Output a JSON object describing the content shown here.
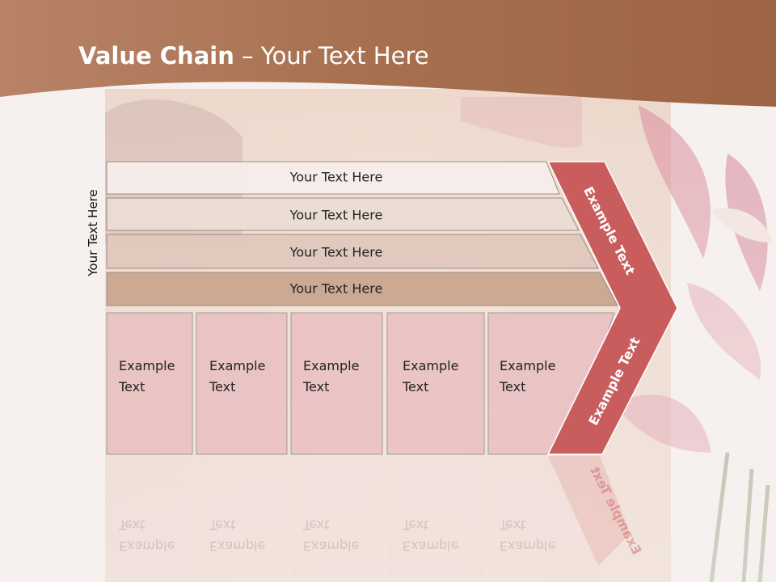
{
  "slide": {
    "title_bold": "Value Chain",
    "title_rest": " – Your Text Here",
    "side_label": "Your Text Here"
  },
  "bars": [
    {
      "label": "Your Text Here"
    },
    {
      "label": "Your Text Here"
    },
    {
      "label": "Your Text Here"
    },
    {
      "label": "Your Text Here"
    }
  ],
  "cells": [
    {
      "line1": "Example",
      "line2": "Text"
    },
    {
      "line1": "Example",
      "line2": "Text"
    },
    {
      "line1": "Example",
      "line2": "Text"
    },
    {
      "line1": "Example",
      "line2": "Text"
    },
    {
      "line1": "Example",
      "line2": "Text"
    }
  ],
  "chevron": {
    "upper_label": "Example Text",
    "lower_label": "Example Text"
  },
  "colors": {
    "header": "#a7704f",
    "bar_fills": [
      "#f6eeeb",
      "#ecdcd4",
      "#e0c8bb",
      "#c9a48d"
    ],
    "cell_fill": "#e9c1c1",
    "chevron_fill": "#c95d5e"
  }
}
